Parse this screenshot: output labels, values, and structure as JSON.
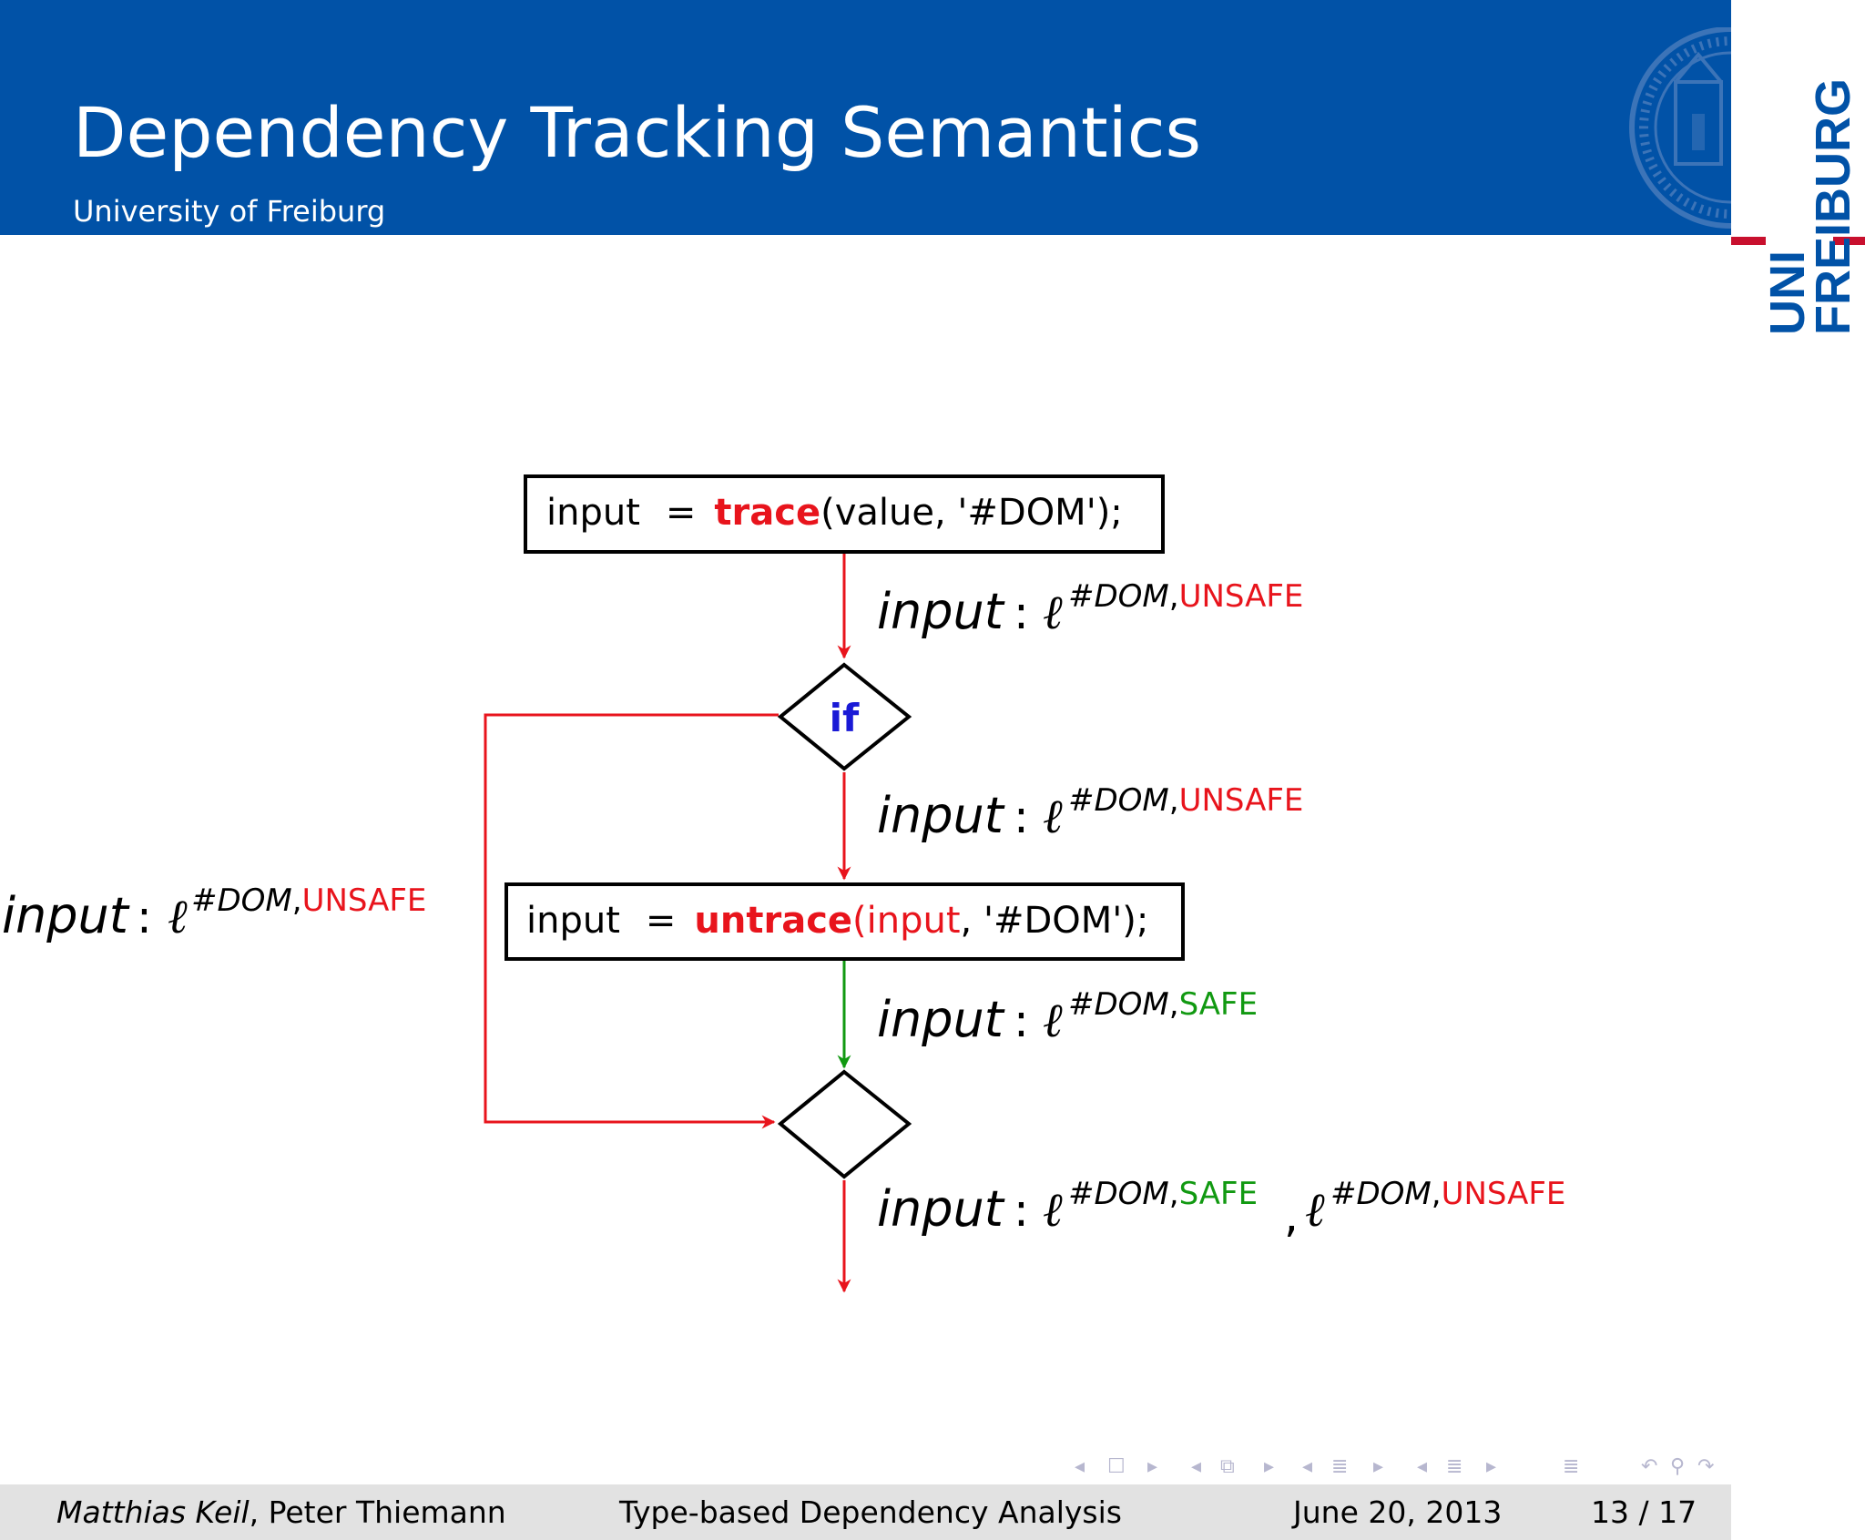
{
  "header": {
    "title": "Dependency Tracking Semantics",
    "subtitle": "University of Freiburg",
    "logo": {
      "line1": "UNI",
      "line2": "FREIBURG",
      "seal_icon": "university-seal-icon"
    }
  },
  "diagram": {
    "node_trace": {
      "lhs": "input",
      "eq": "=",
      "fn": "trace",
      "args": "(value,  '#DOM');"
    },
    "node_if": {
      "label": "if"
    },
    "node_untrace": {
      "lhs": "input",
      "eq": "=",
      "fn": "untrace",
      "args_open": "(",
      "arg1": "input",
      "args_rest": ",  '#DOM');"
    },
    "annotations": {
      "a1": {
        "var": "input",
        "colon": ":",
        "ell": "ℓ",
        "sup": "#DOM",
        "comma": ",",
        "flag": "UNSAFE"
      },
      "a2": {
        "var": "input",
        "colon": ":",
        "ell": "ℓ",
        "sup": "#DOM",
        "comma": ",",
        "flag": "UNSAFE"
      },
      "a3": {
        "var": "input",
        "colon": ":",
        "ell": "ℓ",
        "sup": "#DOM",
        "comma": ",",
        "flag": "UNSAFE"
      },
      "a4": {
        "var": "input",
        "colon": ":",
        "ell": "ℓ",
        "sup": "#DOM",
        "comma": ",",
        "flag": "SAFE"
      },
      "a5": {
        "var": "input",
        "colon": ":",
        "ell": "ℓ",
        "sup": "#DOM",
        "comma": ",",
        "flag": "SAFE",
        "sep": ",",
        "ell2": "ℓ",
        "sup2": "#DOM",
        "comma2": ",",
        "flag2": "UNSAFE"
      }
    }
  },
  "footer": {
    "author_italic": "Matthias Keil",
    "author_rest": ", Peter Thiemann",
    "talk": "Type-based Dependency Analysis",
    "date": "June 20, 2013",
    "page": "13 / 17"
  },
  "colors": {
    "header_blue": "#0152a7",
    "unsafe_red": "#e8141c",
    "safe_green": "#119911",
    "if_blue": "#1a1ad6",
    "logo_red": "#c8102e"
  }
}
